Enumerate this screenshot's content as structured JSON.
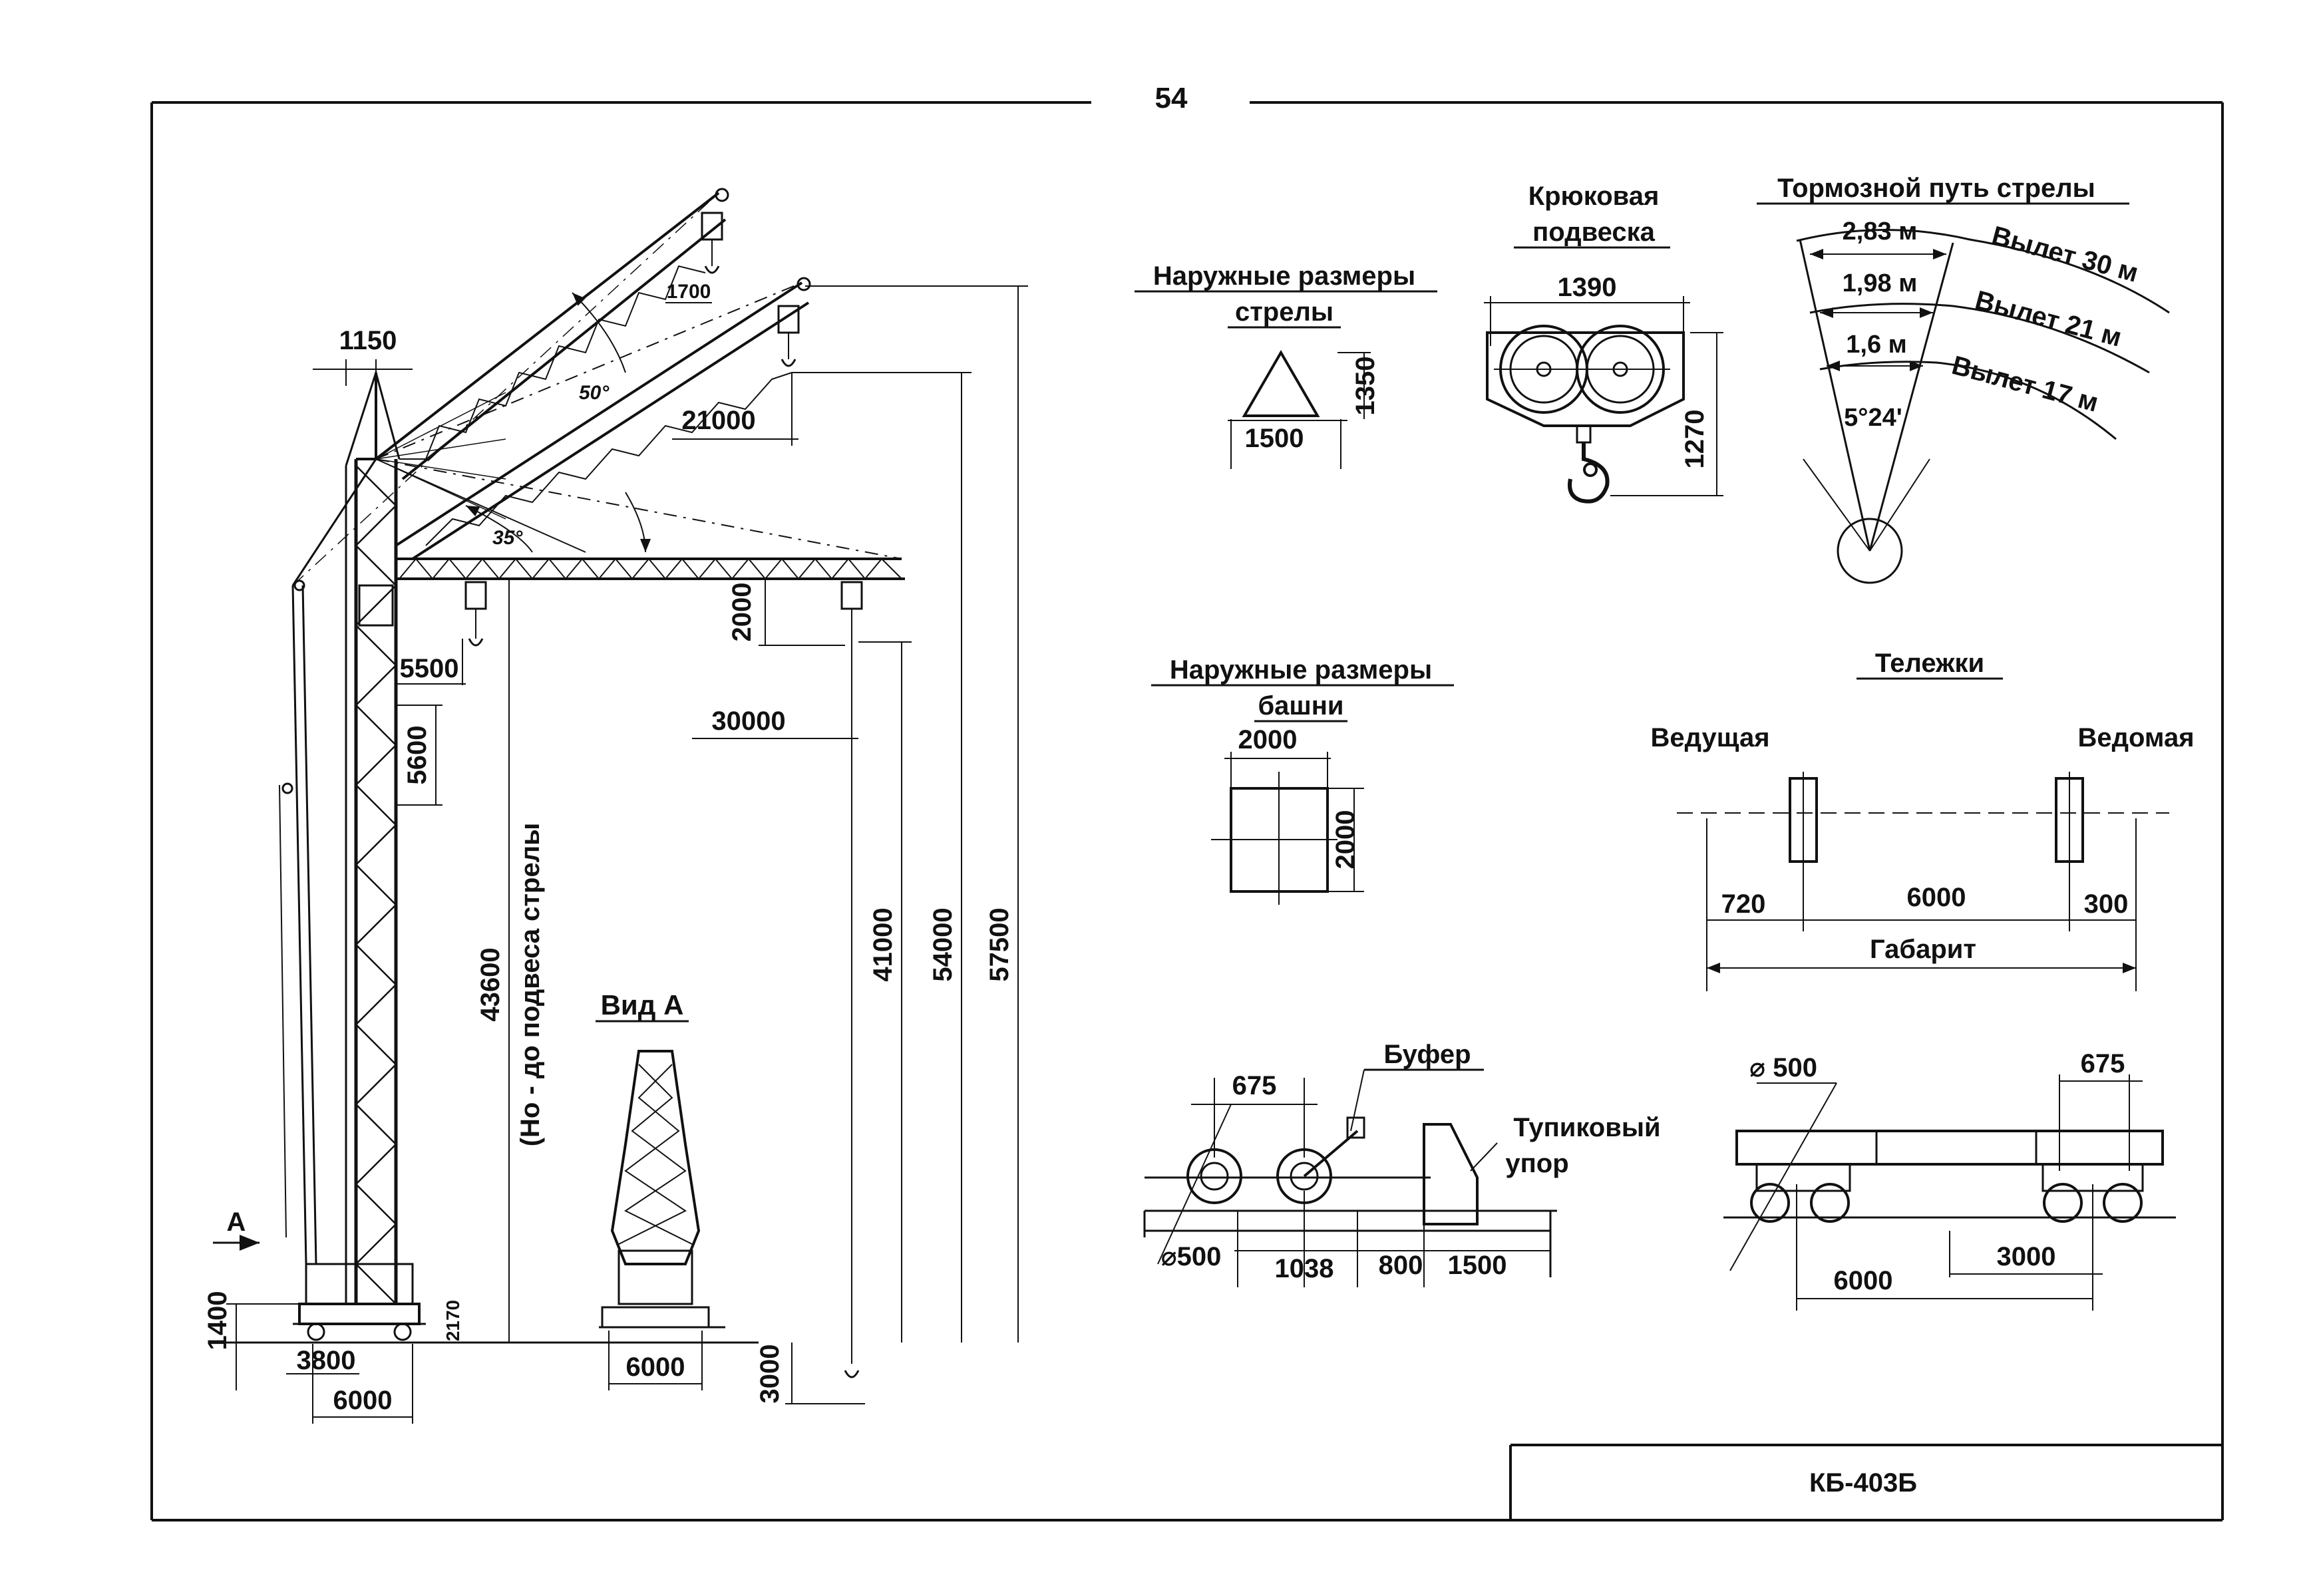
{
  "page_number": "54",
  "crane_model": "КБ-403Б",
  "main_view": {
    "top_width": "1150",
    "jib_tip": "1700",
    "angle_upper": "50°",
    "angle_lower": "35°",
    "reach_mid": "21000",
    "reach_max": "30000",
    "drop": "2000",
    "cab_width": "5500",
    "cab_height": "5600",
    "height_hook": "43600",
    "height_note": "(Но - до подвеса стрелы",
    "h41000": "41000",
    "h54000": "54000",
    "h57500": "57500",
    "below_ground": "3000",
    "base_height": "1400",
    "base_3800": "3800",
    "base_6000": "6000",
    "base_2170": "2170",
    "section_mark": "А"
  },
  "view_a": {
    "title": "Вид А",
    "width": "6000"
  },
  "jib_section": {
    "title_1": "Наружные размеры",
    "title_2": "стрелы",
    "width": "1500",
    "height": "1350"
  },
  "hook_block": {
    "title_1": "Крюковая",
    "title_2": "подвеска",
    "width": "1390",
    "height": "1270"
  },
  "braking": {
    "title": "Тормозной путь стрелы",
    "d1": "2,83 м",
    "d2": "1,98 м",
    "d3": "1,6 м",
    "angle": "5°24'",
    "r1": "Вылет 30 м",
    "r2": "Вылет 21 м",
    "r3": "Вылет 17 м"
  },
  "tower_section": {
    "title_1": "Наружные размеры",
    "title_2": "башни",
    "width": "2000",
    "height": "2000"
  },
  "bogies": {
    "title": "Тележки",
    "driving": "Ведущая",
    "driven": "Ведомая",
    "d720": "720",
    "d6000": "6000",
    "d300": "300",
    "gabarit": "Габарит"
  },
  "buffer": {
    "label": "Буфер",
    "stop_1": "Тупиковый",
    "stop_2": "упор",
    "d675": "675",
    "dia": "⌀500",
    "d1038": "1038",
    "d800": "800",
    "d1500": "1500"
  },
  "chassis": {
    "dia": "⌀ 500",
    "d675": "675",
    "d6000": "6000",
    "d3000": "3000"
  }
}
